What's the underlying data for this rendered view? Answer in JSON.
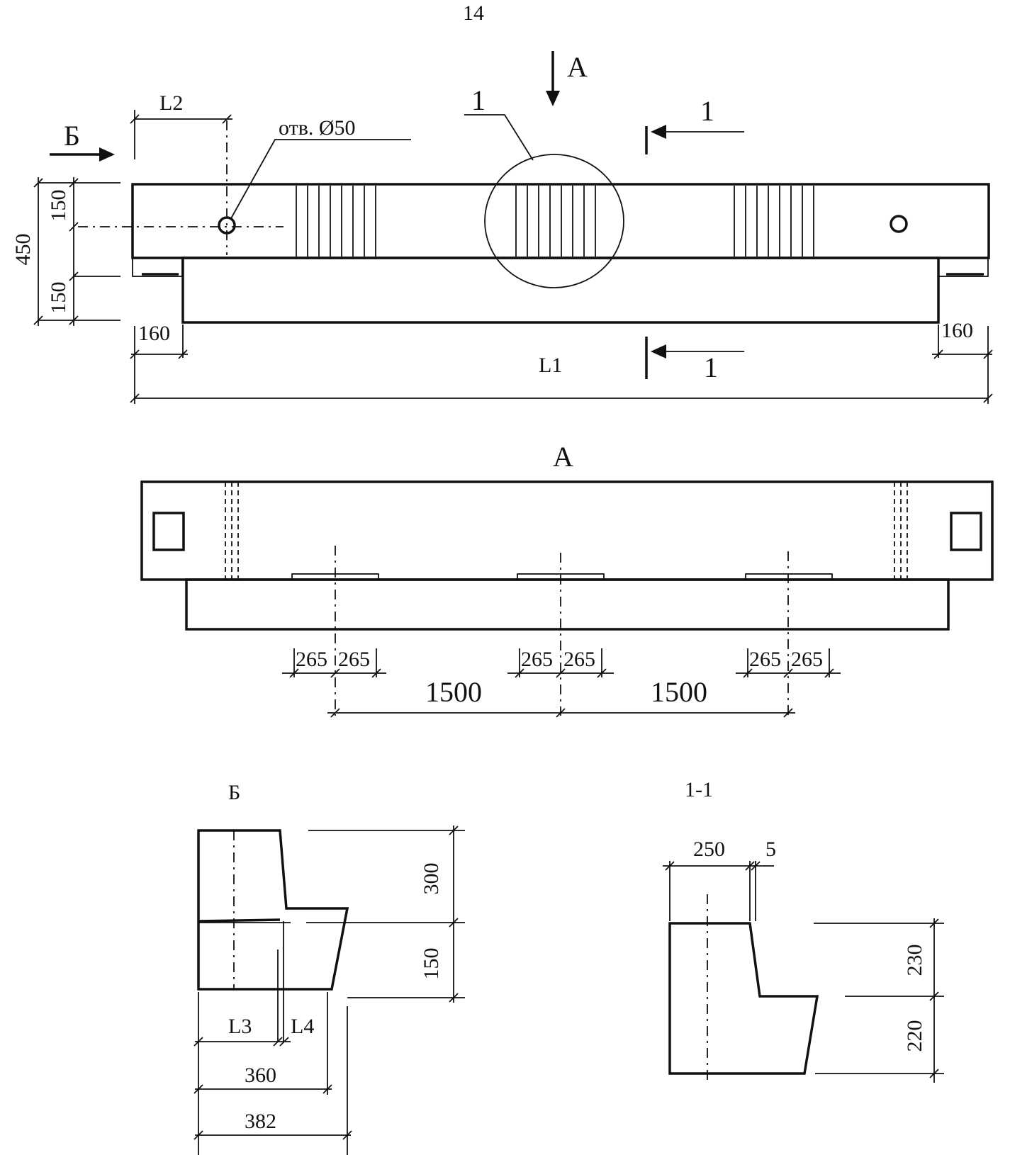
{
  "page_number": "14",
  "view_labels": {
    "view_a_arrow": "А",
    "view_a_title": "А",
    "view_b_arrow": "Б",
    "view_b_title": "Б",
    "section_mark": "1",
    "section_title": "1-1",
    "callout": "1"
  },
  "elevation": {
    "hole_note": "отв. Ø50",
    "dims": {
      "l2": "L2",
      "h_total": "450",
      "h_top": "150",
      "h_bottom": "150",
      "step_left": "160",
      "step_right": "160",
      "length": "L1"
    }
  },
  "plan_a": {
    "dims": {
      "p1a": "265",
      "p1b": "265",
      "p2a": "265",
      "p2b": "265",
      "p3a": "265",
      "p3b": "265",
      "span1": "1500",
      "span2": "1500"
    }
  },
  "view_b": {
    "dims": {
      "h_upper": "300",
      "h_lower": "150",
      "l3": "L3",
      "l4": "L4",
      "w1": "360",
      "w2": "382"
    }
  },
  "section": {
    "dims": {
      "w_top": "250",
      "gap": "5",
      "h_upper": "230",
      "h_lower": "220"
    }
  }
}
